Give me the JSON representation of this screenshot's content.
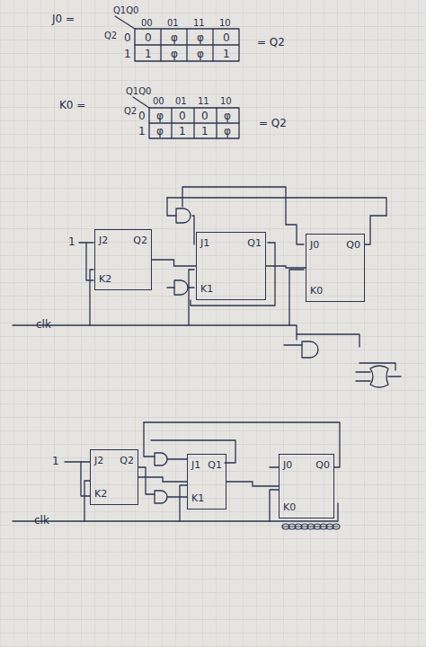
{
  "diagram": {
    "nodes": [
      {
        "text": [
          "J2",
          "Q2",
          "K2"
        ]
      },
      {
        "text": [
          "J1",
          "Q1",
          "K1"
        ]
      },
      {
        "text": [
          "J0",
          "Q0",
          "K0"
        ]
      },
      {
        "text": [
          "J2",
          "Q2",
          "K2"
        ]
      },
      {
        "text": [
          "J1",
          "Q1",
          "K1"
        ]
      },
      {
        "text": [
          "J0",
          "Q0",
          "K0"
        ]
      }
    ],
    "edges": [
      {
        "from": 0,
        "to": 1,
        "arrow": "none"
      },
      {
        "from": 1,
        "to": 2,
        "arrow": "none"
      },
      {
        "from": 3,
        "to": 4,
        "arrow": "none"
      },
      {
        "from": 4,
        "to": 5,
        "arrow": "none"
      }
    ],
    "labels": [
      "J0 =",
      "Q1Q0",
      "Q2",
      "00",
      "01",
      "11",
      "10",
      "0",
      "1",
      "0",
      "φ",
      "φ",
      "0",
      "1",
      "φ",
      "φ",
      "1",
      "= Q2",
      "K0 =",
      "Q1Q0",
      "Q2",
      "00",
      "01",
      "11",
      "10",
      "0",
      "1",
      "φ",
      "0",
      "0",
      "φ",
      "φ",
      "1",
      "1",
      "φ",
      "= Q2",
      "1",
      "clk",
      "1",
      "clk"
    ]
  }
}
